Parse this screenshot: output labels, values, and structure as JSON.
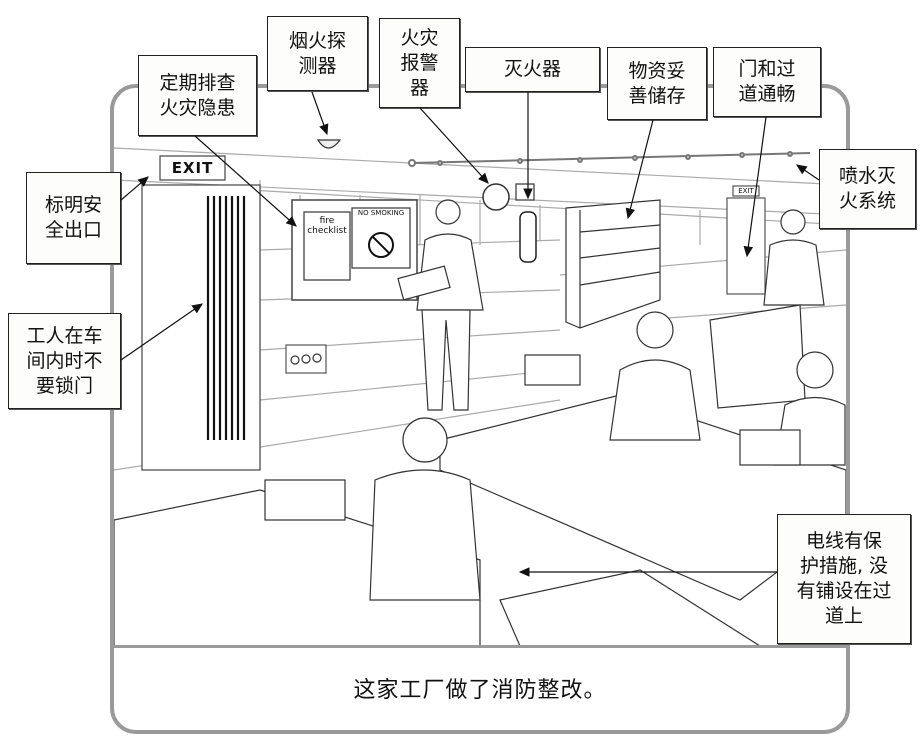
{
  "caption": "这家工厂做了消防整改。",
  "callouts": {
    "inspect_hazards": "定期排查\n火灾隐患",
    "smoke_detector": "烟火探\n测器",
    "fire_alarm": "火灾\n报警\n器",
    "extinguisher": "灭火器",
    "storage": "物资妥\n善储存",
    "clear_passages": "门和过\n道通畅",
    "sprinkler": "喷水灭\n火系统",
    "exit_sign": "标明安\n全出口",
    "unlocked_doors": "工人在车\n间内时不\n要锁门",
    "wires": "电线有保\n护措施, 没\n有铺设在过\n道上"
  },
  "scene_labels": {
    "exit_main": "EXIT",
    "exit_back": "EXIT",
    "checklist_title": "fire\nchecklist",
    "no_smoking": "NO SMOKING"
  },
  "colors": {
    "frame": "#9a9a9a",
    "ink": "#222222",
    "callout_bg": "#fdfdfb"
  }
}
